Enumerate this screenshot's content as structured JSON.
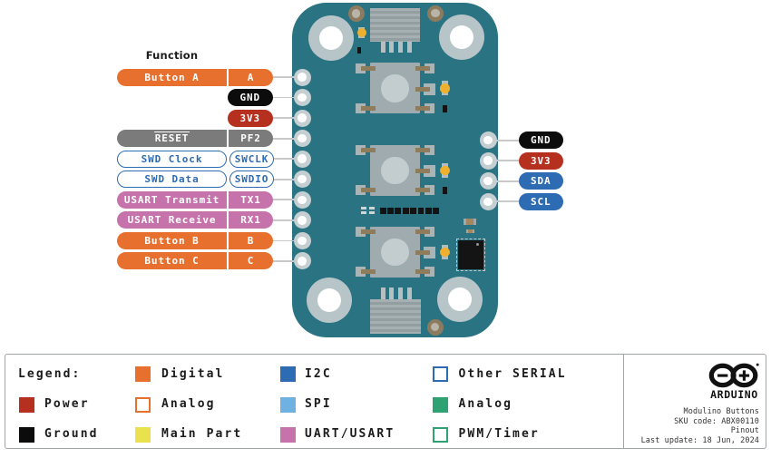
{
  "header": {
    "function_label": "Function"
  },
  "colors": {
    "board_teal": "#297383",
    "digital": "#e7702e",
    "power": "#b5301f",
    "ground": "#0c0c0c",
    "reset_gray": "#7b7b7b",
    "i2c": "#2d6bb3",
    "spi": "#6fb1e0",
    "uart": "#c672ab",
    "other_serial": "#2d6bb3",
    "analog_outline": "#e7702e",
    "analog_green": "#2fa172",
    "pwm": "#2fa172",
    "main_part": "#e9e24d",
    "wire": "#c9c9c9"
  },
  "pins": {
    "left": [
      {
        "function": "Button A",
        "pin": "A",
        "type": "digital"
      },
      {
        "function": null,
        "pin": "GND",
        "type": "ground"
      },
      {
        "function": null,
        "pin": "3V3",
        "type": "power"
      },
      {
        "function": "RESET",
        "pin": "PF2",
        "type": "reset_gray",
        "overline_function": true
      },
      {
        "function": "SWD Clock",
        "pin": "SWCLK",
        "type": "other_serial",
        "outline": true
      },
      {
        "function": "SWD Data",
        "pin": "SWDIO",
        "type": "other_serial",
        "outline": true
      },
      {
        "function": "USART Transmit",
        "pin": "TX1",
        "type": "uart"
      },
      {
        "function": "USART Receive",
        "pin": "RX1",
        "type": "uart"
      },
      {
        "function": "Button B",
        "pin": "B",
        "type": "digital"
      },
      {
        "function": "Button C",
        "pin": "C",
        "type": "digital"
      }
    ],
    "right": [
      {
        "pin": "GND",
        "type": "ground"
      },
      {
        "pin": "3V3",
        "type": "power"
      },
      {
        "pin": "SDA",
        "type": "i2c"
      },
      {
        "pin": "SCL",
        "type": "i2c"
      }
    ]
  },
  "legend": {
    "title": "Legend:",
    "columns": [
      {
        "items": [
          {
            "title": true,
            "label": "Legend:"
          },
          {
            "swatch": "power",
            "label": "Power"
          },
          {
            "swatch": "ground",
            "label": "Ground"
          }
        ]
      },
      {
        "items": [
          {
            "swatch": "digital",
            "label": "Digital"
          },
          {
            "swatch": "analog_outline",
            "label": "Analog",
            "outline": true
          },
          {
            "swatch": "main_part",
            "label": "Main Part"
          }
        ]
      },
      {
        "items": [
          {
            "swatch": "i2c",
            "label": "I2C"
          },
          {
            "swatch": "spi",
            "label": "SPI"
          },
          {
            "swatch": "uart",
            "label": "UART/USART"
          }
        ]
      },
      {
        "items": [
          {
            "swatch": "other_serial",
            "label": "Other SERIAL",
            "outline": true
          },
          {
            "swatch": "analog_green",
            "label": "Analog"
          },
          {
            "swatch": "pwm",
            "label": "PWM/Timer",
            "outline": true
          }
        ]
      }
    ]
  },
  "branding": {
    "wordmark": "ARDUINO",
    "product": "Modulino Buttons",
    "sku": "SKU code: ABX00110",
    "doc_type": "Pinout",
    "last_update": "Last update: 18 Jun, 2024"
  }
}
